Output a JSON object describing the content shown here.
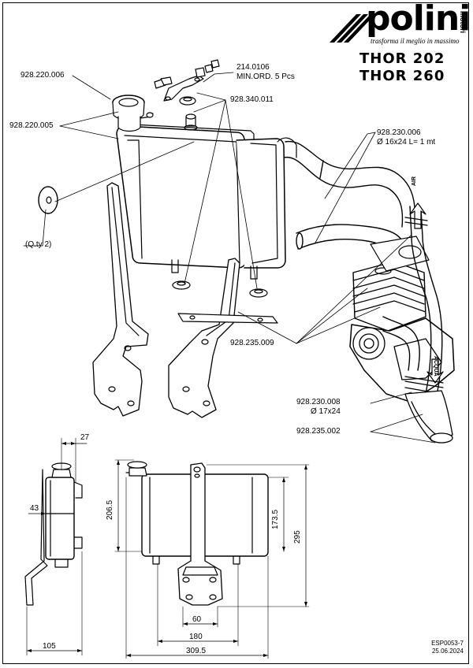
{
  "brand": {
    "name": "polini",
    "suffix": "motori",
    "slogan": "trasforma il meglio in massimo"
  },
  "models": [
    "THOR 202",
    "THOR 260"
  ],
  "parts": [
    {
      "code": "928.220.006"
    },
    {
      "code": "928.220.005"
    },
    {
      "code": "214.0106",
      "note": "MIN.ORD. 5 Pcs"
    },
    {
      "code": "928.340.011"
    },
    {
      "code": "928.230.006",
      "note": "Ø 16x24  L= 1 mt"
    },
    {
      "code": "928.235.009"
    },
    {
      "code": "928.230.008",
      "note": "Ø 17x24"
    },
    {
      "code": "928.235.002"
    }
  ],
  "quantity_note": "(Q.ty 2)",
  "engine_labels": {
    "arrow_up": "AIR",
    "arrow_down": "ACQUA"
  },
  "dimensions": {
    "side_top": "27",
    "side_left": "43",
    "side_bottom": "105",
    "front_height_left": "206.5",
    "front_height_inner": "173.5",
    "front_height_total": "295",
    "front_width_60": "60",
    "front_width_180": "180",
    "front_width_total": "309.5"
  },
  "doc": {
    "code": "ESP0053-7",
    "date": "25.06.2024"
  }
}
